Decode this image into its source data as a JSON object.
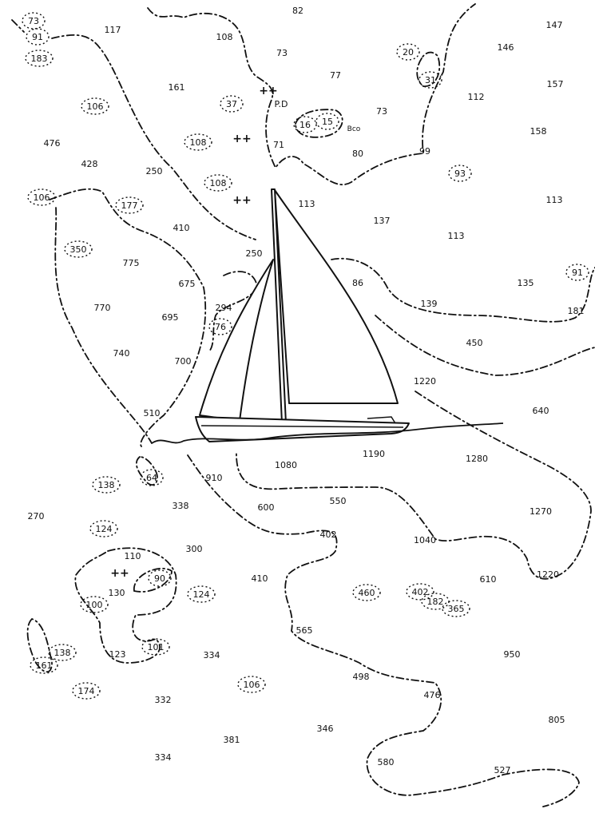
{
  "chart_title": "",
  "labels": {
    "pd": "P.D",
    "bco": "Bco"
  },
  "soundings": [
    {
      "v": "73",
      "c": true
    },
    {
      "v": "91",
      "c": true
    },
    {
      "v": "183",
      "c": true
    },
    {
      "v": "117",
      "c": false
    },
    {
      "v": "108",
      "c": false
    },
    {
      "v": "82",
      "c": false
    },
    {
      "v": "73",
      "c": false
    },
    {
      "v": "161",
      "c": false
    },
    {
      "v": "106",
      "c": true
    },
    {
      "v": "37",
      "c": true
    },
    {
      "v": "77",
      "c": false
    },
    {
      "v": "16",
      "c": true
    },
    {
      "v": "15",
      "c": true
    },
    {
      "v": "73",
      "c": false
    },
    {
      "v": "20",
      "c": true
    },
    {
      "v": "31",
      "c": true
    },
    {
      "v": "146",
      "c": false
    },
    {
      "v": "147",
      "c": false
    },
    {
      "v": "112",
      "c": false
    },
    {
      "v": "157",
      "c": false
    },
    {
      "v": "158",
      "c": false
    },
    {
      "v": "476",
      "c": false
    },
    {
      "v": "428",
      "c": false
    },
    {
      "v": "108",
      "c": true
    },
    {
      "v": "71",
      "c": false
    },
    {
      "v": "80",
      "c": false
    },
    {
      "v": "99",
      "c": false
    },
    {
      "v": "93",
      "c": true
    },
    {
      "v": "250",
      "c": false
    },
    {
      "v": "108",
      "c": true
    },
    {
      "v": "106",
      "c": true
    },
    {
      "v": "177",
      "c": true
    },
    {
      "v": "113",
      "c": false
    },
    {
      "v": "137",
      "c": false
    },
    {
      "v": "113",
      "c": false
    },
    {
      "v": "113",
      "c": false
    },
    {
      "v": "410",
      "c": false
    },
    {
      "v": "350",
      "c": true
    },
    {
      "v": "250",
      "c": false
    },
    {
      "v": "775",
      "c": false
    },
    {
      "v": "675",
      "c": false
    },
    {
      "v": "86",
      "c": false
    },
    {
      "v": "135",
      "c": false
    },
    {
      "v": "91",
      "c": true
    },
    {
      "v": "181",
      "c": false
    },
    {
      "v": "770",
      "c": false
    },
    {
      "v": "294",
      "c": false
    },
    {
      "v": "76",
      "c": true
    },
    {
      "v": "695",
      "c": false
    },
    {
      "v": "139",
      "c": false
    },
    {
      "v": "450",
      "c": false
    },
    {
      "v": "740",
      "c": false
    },
    {
      "v": "700",
      "c": false
    },
    {
      "v": "1220",
      "c": false
    },
    {
      "v": "640",
      "c": false
    },
    {
      "v": "510",
      "c": false
    },
    {
      "v": "1080",
      "c": false
    },
    {
      "v": "1190",
      "c": false
    },
    {
      "v": "1280",
      "c": false
    },
    {
      "v": "64",
      "c": true
    },
    {
      "v": "138",
      "c": true
    },
    {
      "v": "910",
      "c": false
    },
    {
      "v": "338",
      "c": false
    },
    {
      "v": "600",
      "c": false
    },
    {
      "v": "550",
      "c": false
    },
    {
      "v": "270",
      "c": false
    },
    {
      "v": "1270",
      "c": false
    },
    {
      "v": "124",
      "c": true
    },
    {
      "v": "402",
      "c": false
    },
    {
      "v": "1040",
      "c": false
    },
    {
      "v": "300",
      "c": false
    },
    {
      "v": "110",
      "c": false
    },
    {
      "v": "410",
      "c": false
    },
    {
      "v": "1220",
      "c": false
    },
    {
      "v": "90",
      "c": true
    },
    {
      "v": "130",
      "c": false
    },
    {
      "v": "124",
      "c": true
    },
    {
      "v": "460",
      "c": true
    },
    {
      "v": "402",
      "c": true
    },
    {
      "v": "182",
      "c": true
    },
    {
      "v": "365",
      "c": true
    },
    {
      "v": "610",
      "c": false
    },
    {
      "v": "100",
      "c": true
    },
    {
      "v": "565",
      "c": false
    },
    {
      "v": "138",
      "c": true
    },
    {
      "v": "161",
      "c": true
    },
    {
      "v": "123",
      "c": false
    },
    {
      "v": "101",
      "c": true
    },
    {
      "v": "334",
      "c": false
    },
    {
      "v": "950",
      "c": false
    },
    {
      "v": "498",
      "c": false
    },
    {
      "v": "106",
      "c": true
    },
    {
      "v": "476",
      "c": false
    },
    {
      "v": "174",
      "c": true
    },
    {
      "v": "332",
      "c": false
    },
    {
      "v": "805",
      "c": false
    },
    {
      "v": "346",
      "c": false
    },
    {
      "v": "381",
      "c": false
    },
    {
      "v": "334",
      "c": false
    },
    {
      "v": "580",
      "c": false
    },
    {
      "v": "527",
      "c": false
    }
  ]
}
